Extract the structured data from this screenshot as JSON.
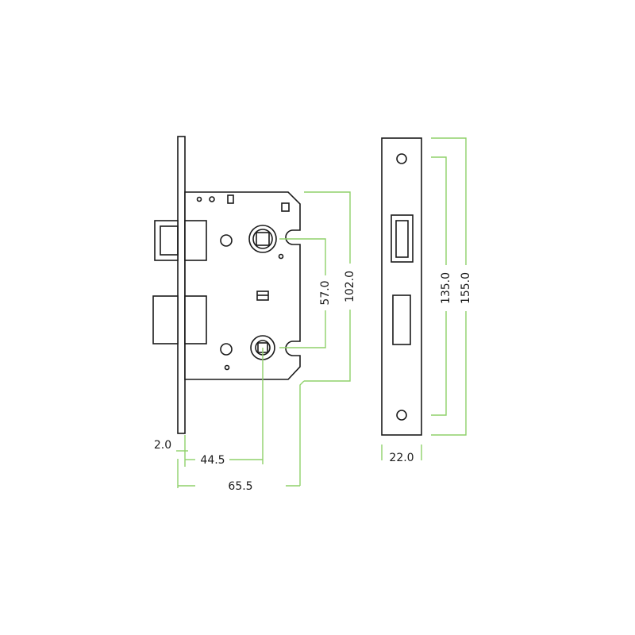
{
  "colors": {
    "outline": "#1a1a1a",
    "dimension": "#8fd16a",
    "background": "#ffffff"
  },
  "dimensions": {
    "faceplate_thickness": "2.0",
    "backset": "44.5",
    "case_depth": "65.5",
    "centres": "57.0",
    "case_height": "102.0",
    "fixing_centres": "135.0",
    "forend_height": "155.0",
    "forend_width": "22.0"
  }
}
